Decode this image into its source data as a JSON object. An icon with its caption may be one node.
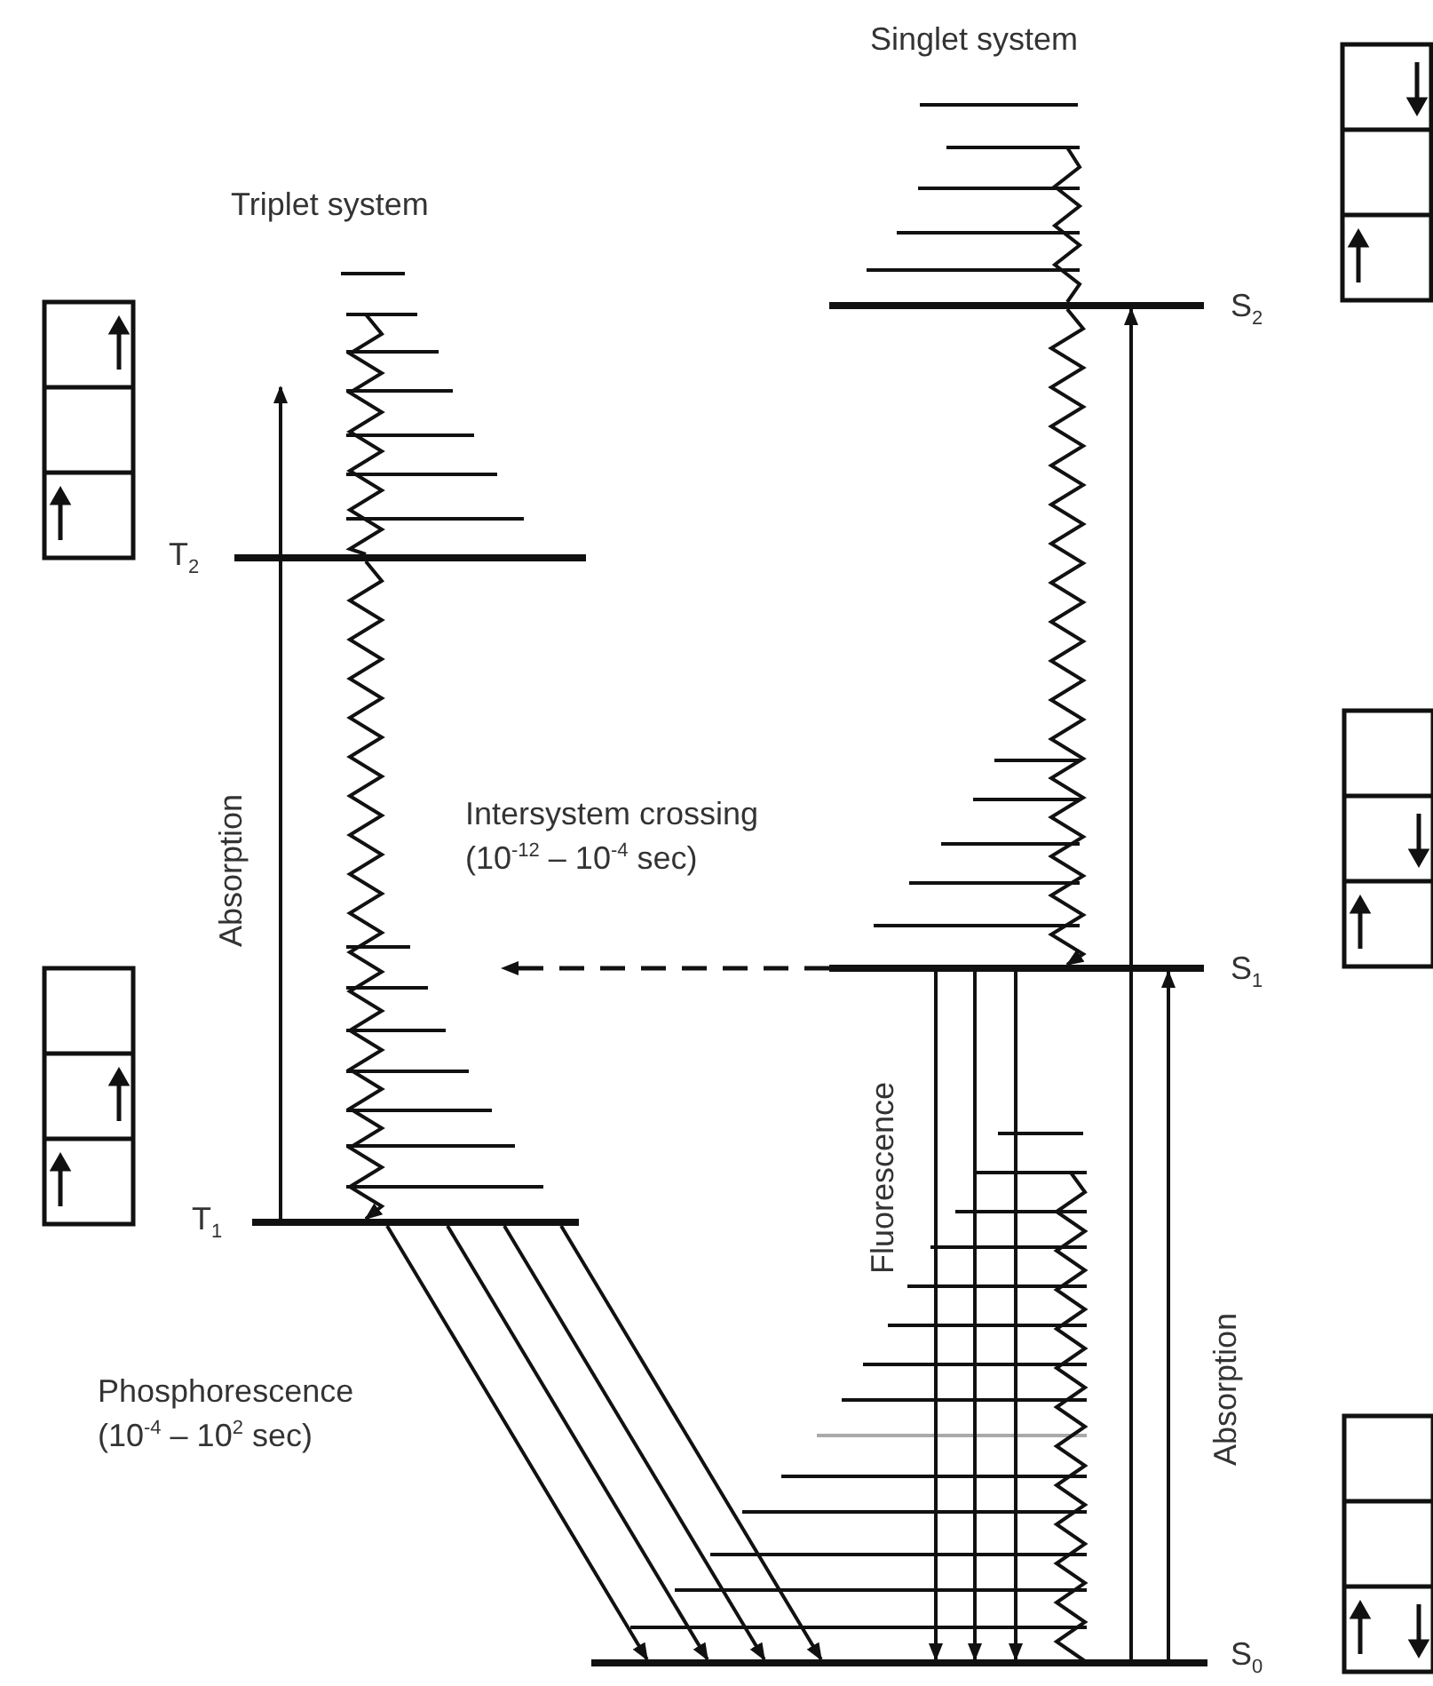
{
  "diagram": {
    "nodes": [
      {
        "text": [
          "S$_{2}$"
        ]
      },
      {
        "text": [
          "T$_{2}$"
        ]
      },
      {
        "text": [
          "S$_{1}$"
        ]
      },
      {
        "text": [
          "T$_{1}$"
        ]
      },
      {
        "text": [
          "S$_{0}$"
        ]
      }
    ],
    "edges": [
      {
        "from": 4,
        "to": 0,
        "arrow": "to"
      },
      {
        "from": 4,
        "to": 2,
        "arrow": "to",
        "label": "Absorption"
      },
      {
        "from": 3,
        "to": 1,
        "arrow": "to",
        "label": "Absorption"
      },
      {
        "from": 0,
        "to": 2,
        "arrow": "to"
      },
      {
        "from": 1,
        "to": 3,
        "arrow": "to"
      },
      {
        "from": 2,
        "to": null,
        "arrow": "to",
        "style": "dashed",
        "label": "Intersystem crossing (10$^{-12}$ – 10$^{-4}$ sec)"
      },
      {
        "from": 2,
        "to": 4,
        "arrow": "to",
        "label": "Fluorescence"
      },
      {
        "from": 2,
        "to": 4,
        "arrow": "to"
      },
      {
        "from": 2,
        "to": 4,
        "arrow": "to"
      },
      {
        "from": 3,
        "to": 4,
        "arrow": "to",
        "label": "Phosphorescence (10$^{-4}$ – 10$^{2}$ sec)"
      },
      {
        "from": 3,
        "to": 4,
        "arrow": "to"
      },
      {
        "from": 3,
        "to": 4,
        "arrow": "to"
      },
      {
        "from": 3,
        "to": 4,
        "arrow": "to"
      }
    ],
    "labels": [
      "Singlet system",
      "Triplet system"
    ]
  }
}
